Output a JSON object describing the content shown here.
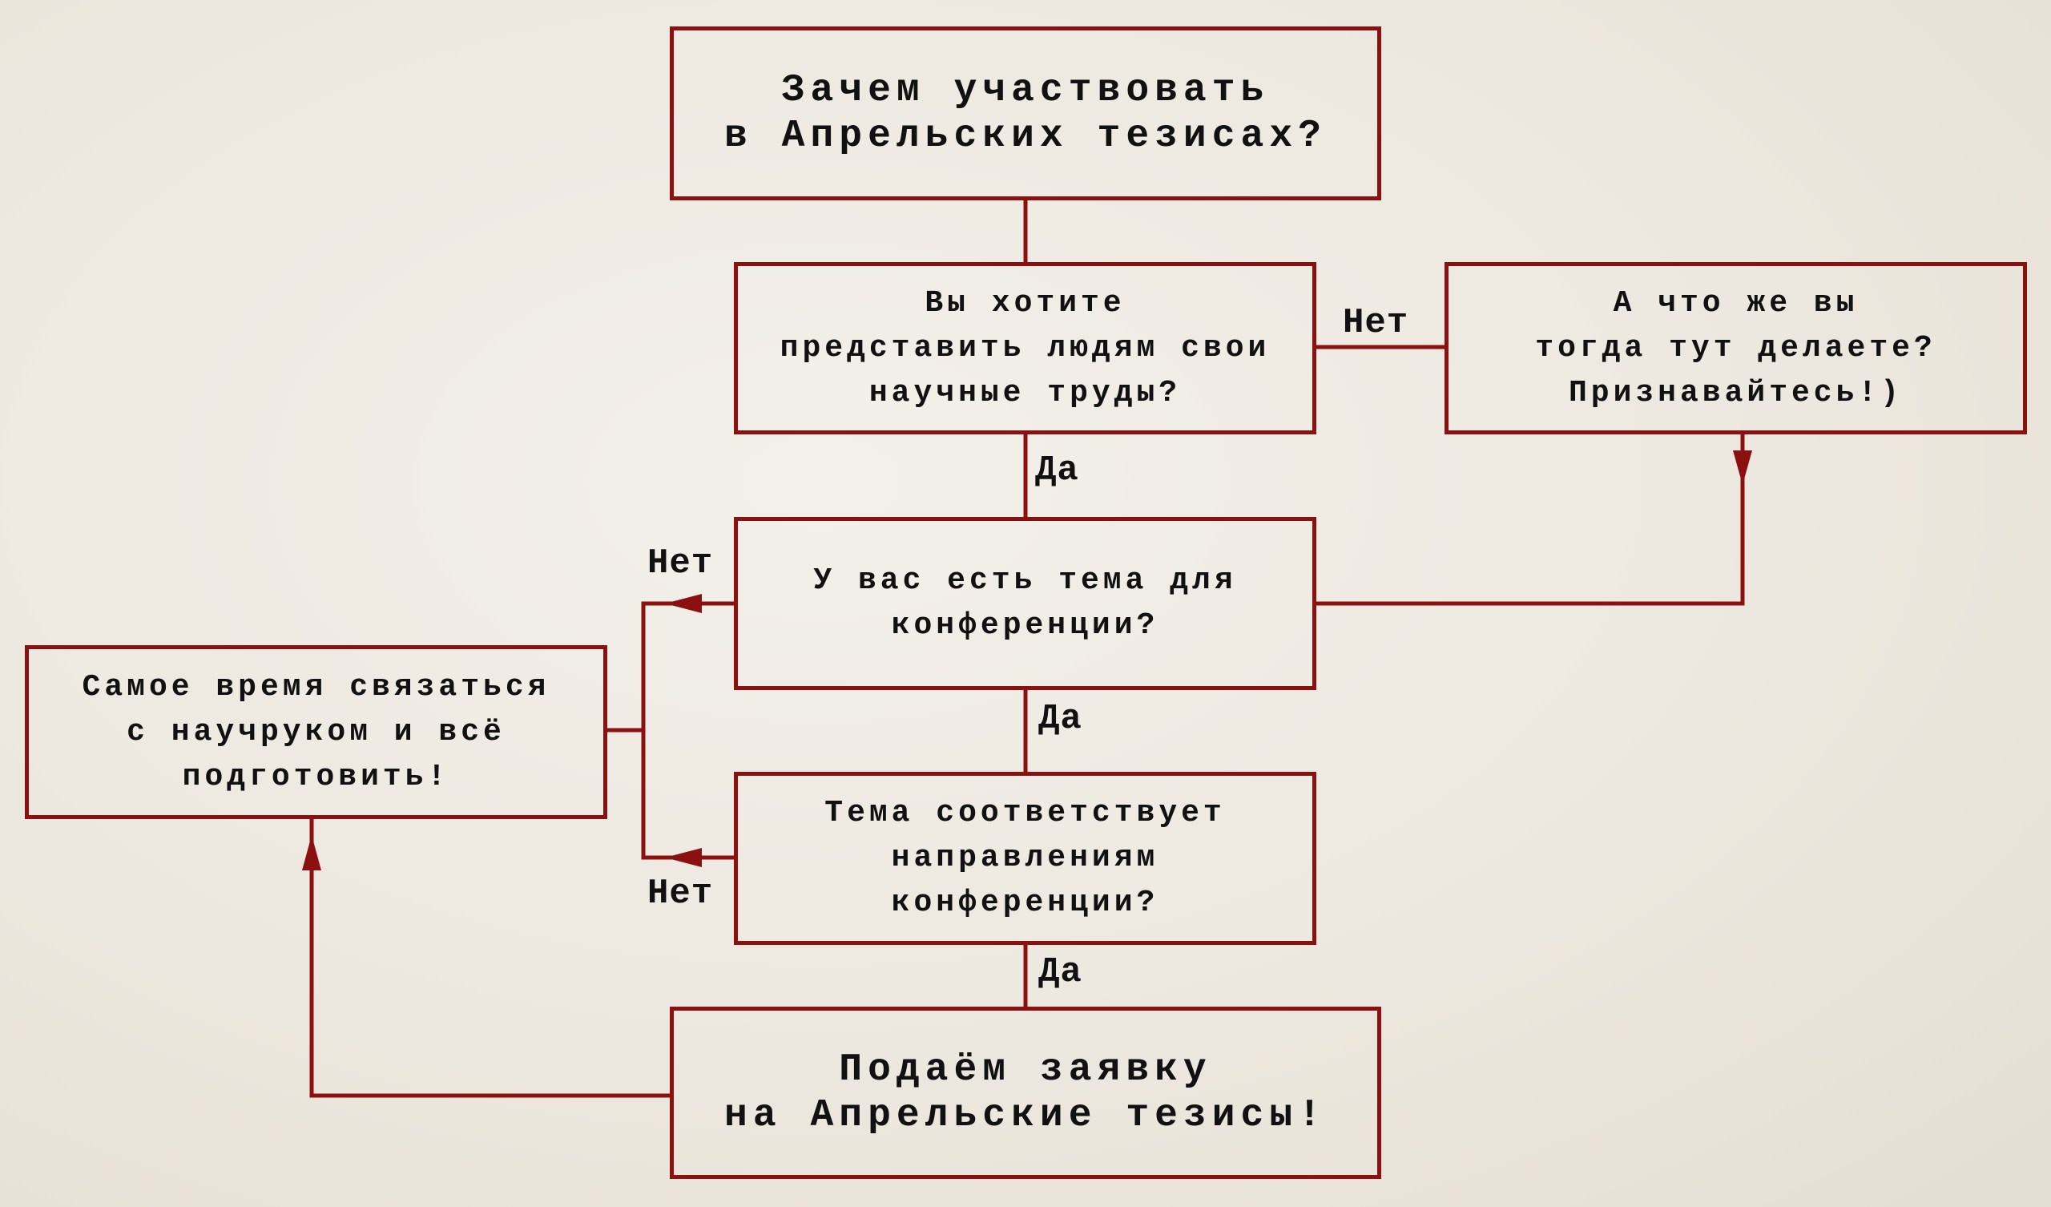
{
  "colors": {
    "line": "#8b1111",
    "background": "#ede9e1",
    "text": "#111111"
  },
  "nodes": {
    "start": {
      "lines": [
        "Зачем участвовать",
        "в Апрельских тезисах?"
      ]
    },
    "q1": {
      "lines": [
        "Вы хотите",
        "представить людям свои",
        "научные труды?"
      ]
    },
    "q1_no": {
      "lines": [
        "А что же вы",
        "тогда тут делаете?",
        "Признавайтесь!)"
      ]
    },
    "q2": {
      "lines": [
        "У вас есть тема для",
        "конференции?"
      ]
    },
    "prepare": {
      "lines": [
        "Самое время связаться",
        "с научруком и всё",
        "подготовить!"
      ]
    },
    "q3": {
      "lines": [
        "Тема соответствует",
        "направлениям",
        "конференции?"
      ]
    },
    "end": {
      "lines": [
        "Подаём заявку",
        "на Апрельские тезисы!"
      ]
    }
  },
  "edge_labels": {
    "q1_no": "Нет",
    "q1_yes": "Да",
    "q2_no": "Нет",
    "q2_yes": "Да",
    "q3_no": "Нет",
    "q3_yes": "Да"
  }
}
